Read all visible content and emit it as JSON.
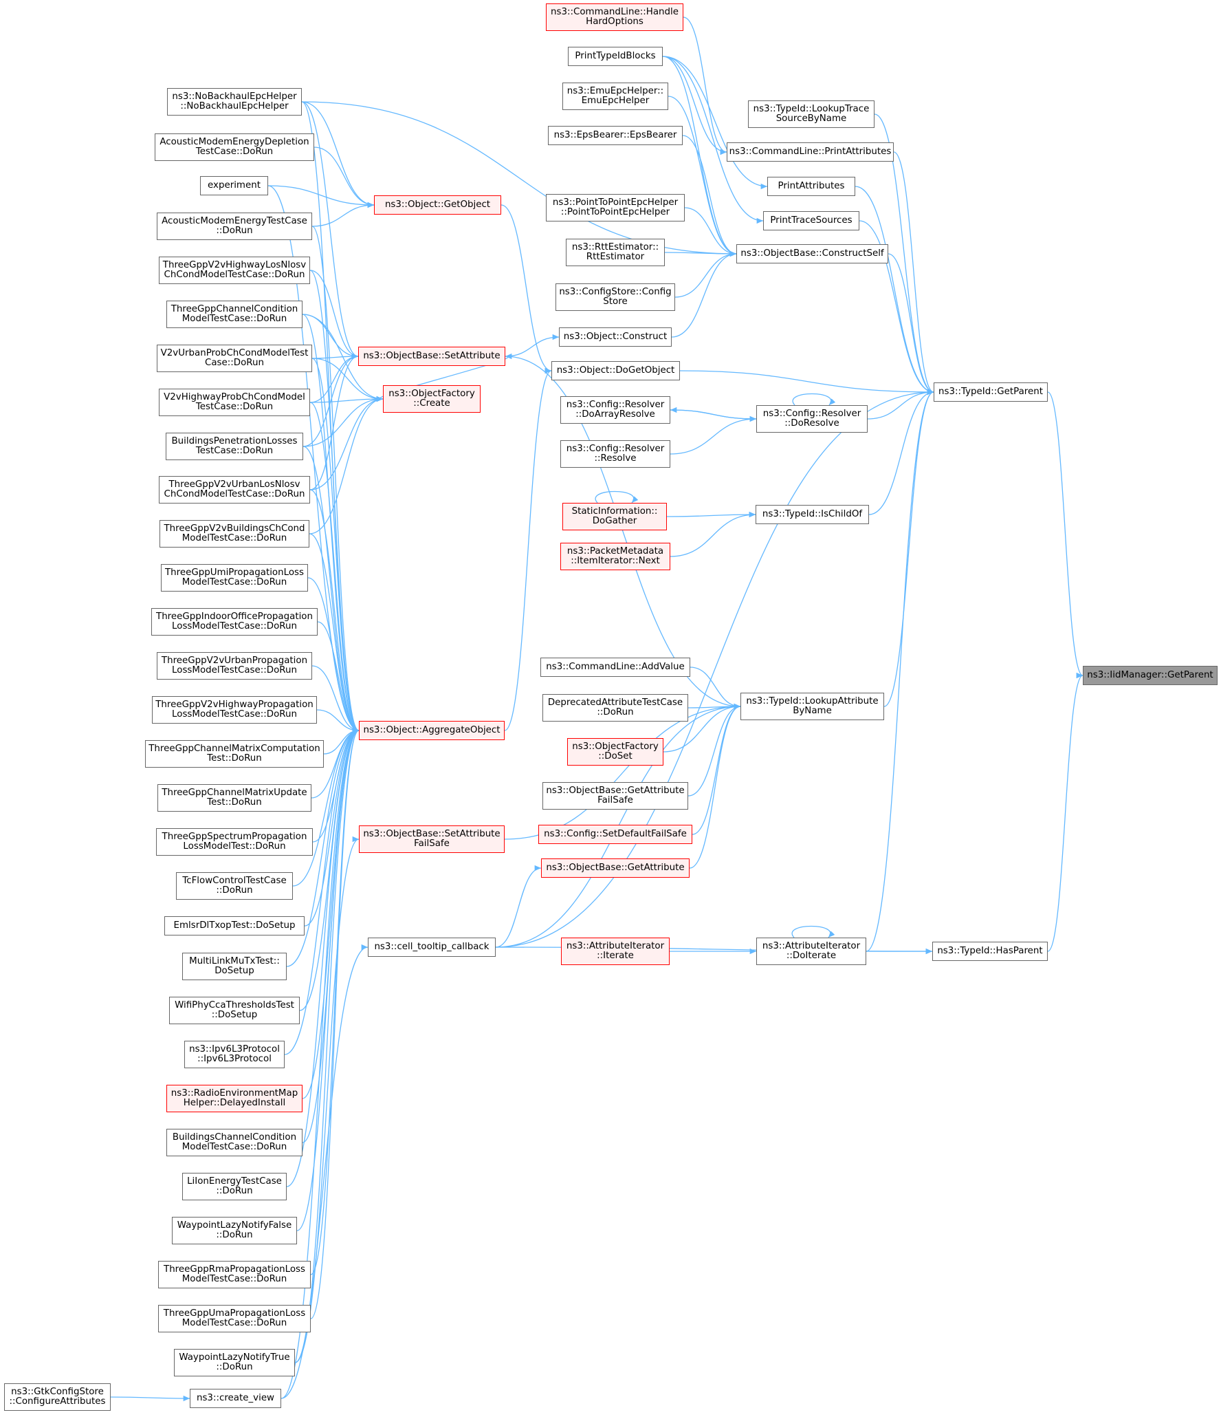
{
  "colors": {
    "edge": "#63b8ff",
    "border": "#666666",
    "red_border": "#ff0000",
    "red_fill": "#fff0f0",
    "root_fill": "#999999"
  },
  "nodes": [
    {
      "id": "root",
      "lines": [
        "ns3::IidManager::GetParent"
      ],
      "style": "root"
    },
    {
      "id": "getparent",
      "lines": [
        "ns3::TypeId::GetParent"
      ],
      "style": "normal"
    },
    {
      "id": "hasparent",
      "lines": [
        "ns3::TypeId::HasParent"
      ],
      "style": "normal"
    },
    {
      "id": "lookuptrace",
      "lines": [
        "ns3::TypeId::LookupTrace",
        "SourceByName"
      ],
      "style": "normal"
    },
    {
      "id": "cl_printattr",
      "lines": [
        "ns3::CommandLine::PrintAttributes"
      ],
      "style": "normal"
    },
    {
      "id": "printattr",
      "lines": [
        "PrintAttributes"
      ],
      "style": "normal"
    },
    {
      "id": "printtrace",
      "lines": [
        "PrintTraceSources"
      ],
      "style": "normal"
    },
    {
      "id": "constructself",
      "lines": [
        "ns3::ObjectBase::ConstructSelf"
      ],
      "style": "normal"
    },
    {
      "id": "doresolve",
      "lines": [
        "ns3::Config::Resolver",
        "::DoResolve"
      ],
      "style": "normal"
    },
    {
      "id": "ischildof",
      "lines": [
        "ns3::TypeId::IsChildOf"
      ],
      "style": "normal"
    },
    {
      "id": "lookupattr",
      "lines": [
        "ns3::TypeId::LookupAttribute",
        "ByName"
      ],
      "style": "normal"
    },
    {
      "id": "doiterate",
      "lines": [
        "ns3::AttributeIterator",
        "::DoIterate"
      ],
      "style": "normal"
    },
    {
      "id": "handlehard",
      "lines": [
        "ns3::CommandLine::Handle",
        "HardOptions"
      ],
      "style": "red"
    },
    {
      "id": "printtypeid",
      "lines": [
        "PrintTypeIdBlocks"
      ],
      "style": "normal"
    },
    {
      "id": "emuepc",
      "lines": [
        "ns3::EmuEpcHelper::",
        "EmuEpcHelper"
      ],
      "style": "normal"
    },
    {
      "id": "epsbearer",
      "lines": [
        "ns3::EpsBearer::EpsBearer"
      ],
      "style": "normal"
    },
    {
      "id": "p2pepc",
      "lines": [
        "ns3::PointToPointEpcHelper",
        "::PointToPointEpcHelper"
      ],
      "style": "normal"
    },
    {
      "id": "rtt",
      "lines": [
        "ns3::RttEstimator::",
        "RttEstimator"
      ],
      "style": "normal"
    },
    {
      "id": "configstore",
      "lines": [
        "ns3::ConfigStore::Config",
        "Store"
      ],
      "style": "normal"
    },
    {
      "id": "construct",
      "lines": [
        "ns3::Object::Construct"
      ],
      "style": "normal"
    },
    {
      "id": "dogetobject",
      "lines": [
        "ns3::Object::DoGetObject"
      ],
      "style": "normal"
    },
    {
      "id": "doarrayresolve",
      "lines": [
        "ns3::Config::Resolver",
        "::DoArrayResolve"
      ],
      "style": "normal"
    },
    {
      "id": "resolve",
      "lines": [
        "ns3::Config::Resolver",
        "::Resolve"
      ],
      "style": "normal"
    },
    {
      "id": "staticinfo",
      "lines": [
        "StaticInformation::",
        "DoGather"
      ],
      "style": "red"
    },
    {
      "id": "packetmeta",
      "lines": [
        "ns3::PacketMetadata",
        "::ItemIterator::Next"
      ],
      "style": "red"
    },
    {
      "id": "addvalue",
      "lines": [
        "ns3::CommandLine::AddValue"
      ],
      "style": "normal"
    },
    {
      "id": "deprecated",
      "lines": [
        "DeprecatedAttributeTestCase",
        "::DoRun"
      ],
      "style": "normal"
    },
    {
      "id": "objfactory_doset",
      "lines": [
        "ns3::ObjectFactory",
        "::DoSet"
      ],
      "style": "red"
    },
    {
      "id": "getattrfailsafe",
      "lines": [
        "ns3::ObjectBase::GetAttribute",
        "FailSafe"
      ],
      "style": "normal"
    },
    {
      "id": "setdefaultfailsafe",
      "lines": [
        "ns3::Config::SetDefaultFailSafe"
      ],
      "style": "red"
    },
    {
      "id": "getattribute",
      "lines": [
        "ns3::ObjectBase::GetAttribute"
      ],
      "style": "red"
    },
    {
      "id": "attriter_iterate",
      "lines": [
        "ns3::AttributeIterator",
        "::Iterate"
      ],
      "style": "red"
    },
    {
      "id": "getobject",
      "lines": [
        "ns3::Object::GetObject"
      ],
      "style": "red"
    },
    {
      "id": "setattribute",
      "lines": [
        "ns3::ObjectBase::SetAttribute"
      ],
      "style": "red"
    },
    {
      "id": "objfactory_create",
      "lines": [
        "ns3::ObjectFactory",
        "::Create"
      ],
      "style": "red"
    },
    {
      "id": "aggregate",
      "lines": [
        "ns3::Object::AggregateObject"
      ],
      "style": "red"
    },
    {
      "id": "setattrfailsafe",
      "lines": [
        "ns3::ObjectBase::SetAttribute",
        "FailSafe"
      ],
      "style": "red"
    },
    {
      "id": "tooltip",
      "lines": [
        "ns3::cell_tooltip_callback"
      ],
      "style": "normal"
    },
    {
      "id": "createview",
      "lines": [
        "ns3::create_view"
      ],
      "style": "normal"
    },
    {
      "id": "gtkconfig",
      "lines": [
        "ns3::GtkConfigStore",
        "::ConfigureAttributes"
      ],
      "style": "normal"
    },
    {
      "id": "nobackhaul",
      "lines": [
        "ns3::NoBackhaulEpcHelper",
        "::NoBackhaulEpcHelper"
      ],
      "style": "normal"
    },
    {
      "id": "acousticdepl",
      "lines": [
        "AcousticModemEnergyDepletion",
        "TestCase::DoRun"
      ],
      "style": "normal"
    },
    {
      "id": "experiment",
      "lines": [
        "experiment"
      ],
      "style": "normal"
    },
    {
      "id": "acousticenergy",
      "lines": [
        "AcousticModemEnergyTestCase",
        "::DoRun"
      ],
      "style": "normal"
    },
    {
      "id": "v2vhwlos",
      "lines": [
        "ThreeGppV2vHighwayLosNlosv",
        "ChCondModelTestCase::DoRun"
      ],
      "style": "normal"
    },
    {
      "id": "chcond",
      "lines": [
        "ThreeGppChannelCondition",
        "ModelTestCase::DoRun"
      ],
      "style": "normal"
    },
    {
      "id": "v2vurbanprob",
      "lines": [
        "V2vUrbanProbChCondModelTest",
        "Case::DoRun"
      ],
      "style": "normal"
    },
    {
      "id": "v2vhwprob",
      "lines": [
        "V2vHighwayProbChCondModel",
        "TestCase::DoRun"
      ],
      "style": "normal"
    },
    {
      "id": "bldgpen",
      "lines": [
        "BuildingsPenetrationLosses",
        "TestCase::DoRun"
      ],
      "style": "normal"
    },
    {
      "id": "v2vurbanlos",
      "lines": [
        "ThreeGppV2vUrbanLosNlosv",
        "ChCondModelTestCase::DoRun"
      ],
      "style": "normal"
    },
    {
      "id": "v2vbldg",
      "lines": [
        "ThreeGppV2vBuildingsChCond",
        "ModelTestCase::DoRun"
      ],
      "style": "normal"
    },
    {
      "id": "umiprop",
      "lines": [
        "ThreeGppUmiPropagationLoss",
        "ModelTestCase::DoRun"
      ],
      "style": "normal"
    },
    {
      "id": "indoor",
      "lines": [
        "ThreeGppIndoorOfficePropagation",
        "LossModelTestCase::DoRun"
      ],
      "style": "normal"
    },
    {
      "id": "v2vurbanprop",
      "lines": [
        "ThreeGppV2vUrbanPropagation",
        "LossModelTestCase::DoRun"
      ],
      "style": "normal"
    },
    {
      "id": "v2vhwprop",
      "lines": [
        "ThreeGppV2vHighwayPropagation",
        "LossModelTestCase::DoRun"
      ],
      "style": "normal"
    },
    {
      "id": "chmatcomp",
      "lines": [
        "ThreeGppChannelMatrixComputation",
        "Test::DoRun"
      ],
      "style": "normal"
    },
    {
      "id": "chmatupd",
      "lines": [
        "ThreeGppChannelMatrixUpdate",
        "Test::DoRun"
      ],
      "style": "normal"
    },
    {
      "id": "specprop",
      "lines": [
        "ThreeGppSpectrumPropagation",
        "LossModelTest::DoRun"
      ],
      "style": "normal"
    },
    {
      "id": "tcflow",
      "lines": [
        "TcFlowControlTestCase",
        "::DoRun"
      ],
      "style": "normal"
    },
    {
      "id": "emlsr",
      "lines": [
        "EmlsrDlTxopTest::DoSetup"
      ],
      "style": "normal"
    },
    {
      "id": "multilink",
      "lines": [
        "MultiLinkMuTxTest::",
        "DoSetup"
      ],
      "style": "normal"
    },
    {
      "id": "wifiphycca",
      "lines": [
        "WifiPhyCcaThresholdsTest",
        "::DoSetup"
      ],
      "style": "normal"
    },
    {
      "id": "ipv6l3",
      "lines": [
        "ns3::Ipv6L3Protocol",
        "::Ipv6L3Protocol"
      ],
      "style": "normal"
    },
    {
      "id": "radioenv",
      "lines": [
        "ns3::RadioEnvironmentMap",
        "Helper::DelayedInstall"
      ],
      "style": "red"
    },
    {
      "id": "bldgchcond",
      "lines": [
        "BuildingsChannelCondition",
        "ModelTestCase::DoRun"
      ],
      "style": "normal"
    },
    {
      "id": "liion",
      "lines": [
        "LiIonEnergyTestCase",
        "::DoRun"
      ],
      "style": "normal"
    },
    {
      "id": "wpfalse",
      "lines": [
        "WaypointLazyNotifyFalse",
        "::DoRun"
      ],
      "style": "normal"
    },
    {
      "id": "rmaprop",
      "lines": [
        "ThreeGppRmaPropagationLoss",
        "ModelTestCase::DoRun"
      ],
      "style": "normal"
    },
    {
      "id": "umaprop",
      "lines": [
        "ThreeGppUmaPropagationLoss",
        "ModelTestCase::DoRun"
      ],
      "style": "normal"
    },
    {
      "id": "wptrue",
      "lines": [
        "WaypointLazyNotifyTrue",
        "::DoRun"
      ],
      "style": "normal"
    }
  ],
  "edges": [
    [
      "getparent",
      "root"
    ],
    [
      "hasparent",
      "root"
    ],
    [
      "lookuptrace",
      "getparent"
    ],
    [
      "cl_printattr",
      "getparent"
    ],
    [
      "printattr",
      "getparent"
    ],
    [
      "printtrace",
      "getparent"
    ],
    [
      "constructself",
      "getparent"
    ],
    [
      "dogetobject",
      "getparent"
    ],
    [
      "doresolve",
      "getparent"
    ],
    [
      "ischildof",
      "getparent"
    ],
    [
      "lookupattr",
      "getparent"
    ],
    [
      "doiterate",
      "getparent"
    ],
    [
      "tooltip",
      "getparent"
    ],
    [
      "handlehard",
      "cl_printattr"
    ],
    [
      "printtypeid",
      "cl_printattr"
    ],
    [
      "printtypeid",
      "printattr"
    ],
    [
      "printtypeid",
      "printtrace"
    ],
    [
      "printtypeid",
      "constructself"
    ],
    [
      "emuepc",
      "constructself"
    ],
    [
      "epsbearer",
      "constructself"
    ],
    [
      "p2pepc",
      "constructself"
    ],
    [
      "rtt",
      "constructself"
    ],
    [
      "configstore",
      "constructself"
    ],
    [
      "construct",
      "constructself"
    ],
    [
      "nobackhaul",
      "constructself"
    ],
    [
      "setattribute",
      "construct"
    ],
    [
      "getobject",
      "dogetobject"
    ],
    [
      "aggregate",
      "dogetobject"
    ],
    [
      "doresolve",
      "doresolve"
    ],
    [
      "doresolve",
      "doarrayresolve"
    ],
    [
      "doarrayresolve",
      "doresolve"
    ],
    [
      "resolve",
      "doresolve"
    ],
    [
      "staticinfo",
      "staticinfo"
    ],
    [
      "staticinfo",
      "ischildof"
    ],
    [
      "packetmeta",
      "ischildof"
    ],
    [
      "addvalue",
      "lookupattr"
    ],
    [
      "deprecated",
      "lookupattr"
    ],
    [
      "objfactory_doset",
      "lookupattr"
    ],
    [
      "getattrfailsafe",
      "lookupattr"
    ],
    [
      "setdefaultfailsafe",
      "lookupattr"
    ],
    [
      "getattribute",
      "lookupattr"
    ],
    [
      "setattribute",
      "lookupattr"
    ],
    [
      "setattrfailsafe",
      "lookupattr"
    ],
    [
      "tooltip",
      "lookupattr"
    ],
    [
      "doiterate",
      "doiterate"
    ],
    [
      "attriter_iterate",
      "doiterate"
    ],
    [
      "doiterate",
      "hasparent"
    ],
    [
      "tooltip",
      "hasparent"
    ],
    [
      "tooltip",
      "getattribute"
    ],
    [
      "createview",
      "tooltip"
    ],
    [
      "gtkconfig",
      "createview"
    ],
    [
      "objfactory_create",
      "setattribute"
    ],
    [
      "nobackhaul",
      "getobject"
    ],
    [
      "acousticdepl",
      "getobject"
    ],
    [
      "experiment",
      "getobject"
    ],
    [
      "acousticenergy",
      "getobject"
    ],
    [
      "nobackhaul",
      "setattribute"
    ],
    [
      "v2vhwlos",
      "setattribute"
    ],
    [
      "chcond",
      "setattribute"
    ],
    [
      "v2vurbanprob",
      "setattribute"
    ],
    [
      "v2vhwprob",
      "setattribute"
    ],
    [
      "bldgpen",
      "setattribute"
    ],
    [
      "v2vurbanlos",
      "setattribute"
    ],
    [
      "chcond",
      "objfactory_create"
    ],
    [
      "v2vurbanprob",
      "objfactory_create"
    ],
    [
      "v2vhwprob",
      "objfactory_create"
    ],
    [
      "bldgpen",
      "objfactory_create"
    ],
    [
      "v2vurbanlos",
      "objfactory_create"
    ],
    [
      "v2vbldg",
      "objfactory_create"
    ],
    [
      "nobackhaul",
      "aggregate"
    ],
    [
      "experiment",
      "aggregate"
    ],
    [
      "acousticenergy",
      "aggregate"
    ],
    [
      "v2vhwlos",
      "aggregate"
    ],
    [
      "chcond",
      "aggregate"
    ],
    [
      "v2vurbanprob",
      "aggregate"
    ],
    [
      "v2vhwprob",
      "aggregate"
    ],
    [
      "bldgpen",
      "aggregate"
    ],
    [
      "v2vurbanlos",
      "aggregate"
    ],
    [
      "v2vbldg",
      "aggregate"
    ],
    [
      "umiprop",
      "aggregate"
    ],
    [
      "indoor",
      "aggregate"
    ],
    [
      "v2vurbanprop",
      "aggregate"
    ],
    [
      "v2vhwprop",
      "aggregate"
    ],
    [
      "chmatcomp",
      "aggregate"
    ],
    [
      "chmatupd",
      "aggregate"
    ],
    [
      "specprop",
      "aggregate"
    ],
    [
      "tcflow",
      "aggregate"
    ],
    [
      "emlsr",
      "aggregate"
    ],
    [
      "multilink",
      "aggregate"
    ],
    [
      "wifiphycca",
      "aggregate"
    ],
    [
      "ipv6l3",
      "aggregate"
    ],
    [
      "radioenv",
      "aggregate"
    ],
    [
      "bldgchcond",
      "aggregate"
    ],
    [
      "liion",
      "aggregate"
    ],
    [
      "wpfalse",
      "aggregate"
    ],
    [
      "rmaprop",
      "aggregate"
    ],
    [
      "umaprop",
      "aggregate"
    ],
    [
      "wptrue",
      "aggregate"
    ],
    [
      "wptrue",
      "setattrfailsafe"
    ],
    [
      "createview",
      "aggregate"
    ]
  ]
}
